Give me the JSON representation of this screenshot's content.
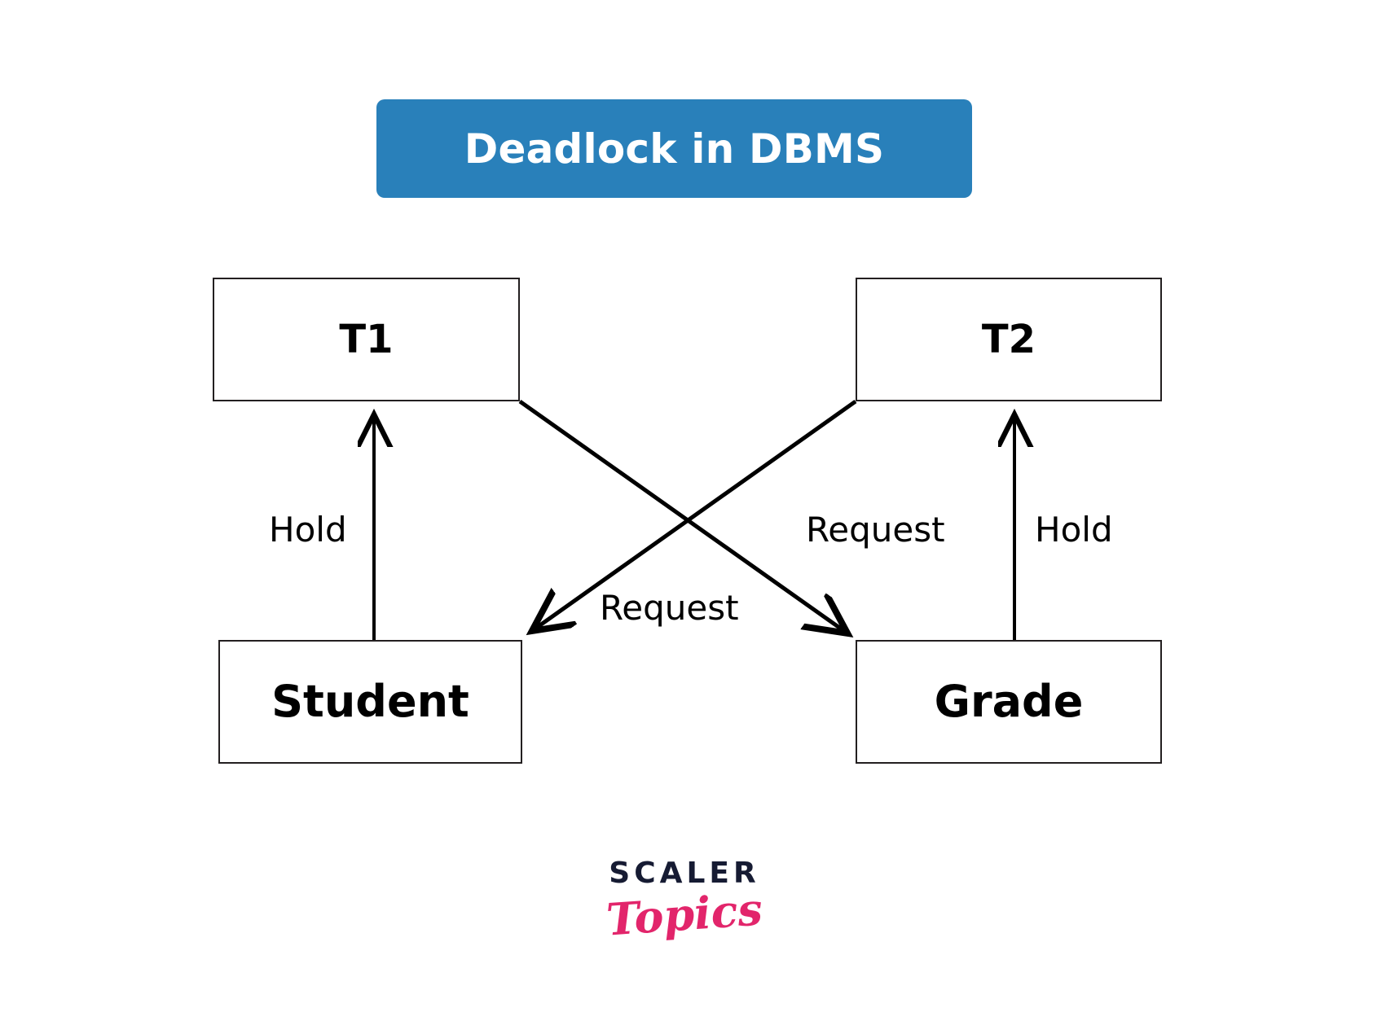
{
  "title": {
    "text": "Deadlock in DBMS",
    "banner_color": "#2980ba",
    "text_color": "#ffffff"
  },
  "diagram": {
    "type": "wait-for-graph",
    "nodes": [
      {
        "id": "t1",
        "label": "T1",
        "kind": "transaction"
      },
      {
        "id": "t2",
        "label": "T2",
        "kind": "transaction"
      },
      {
        "id": "student",
        "label": "Student",
        "kind": "resource"
      },
      {
        "id": "grade",
        "label": "Grade",
        "kind": "resource"
      }
    ],
    "edges": [
      {
        "from": "student",
        "to": "t1",
        "label": "Hold",
        "direction": "up"
      },
      {
        "from": "t1",
        "to": "grade",
        "label": "Request",
        "direction": "down-right"
      },
      {
        "from": "t2",
        "to": "student",
        "label": "Request",
        "direction": "down-left"
      },
      {
        "from": "grade",
        "to": "t2",
        "label": "Hold",
        "direction": "up"
      }
    ],
    "labels": {
      "hold_left": "Hold",
      "request_center": "Request",
      "request_right": "Request",
      "hold_right": "Hold"
    },
    "line_color": "#000000",
    "box_border_color": "#231f20"
  },
  "logo": {
    "primary": "SCALER",
    "secondary": "Topics",
    "primary_color": "#161b33",
    "secondary_color": "#e2256b"
  }
}
